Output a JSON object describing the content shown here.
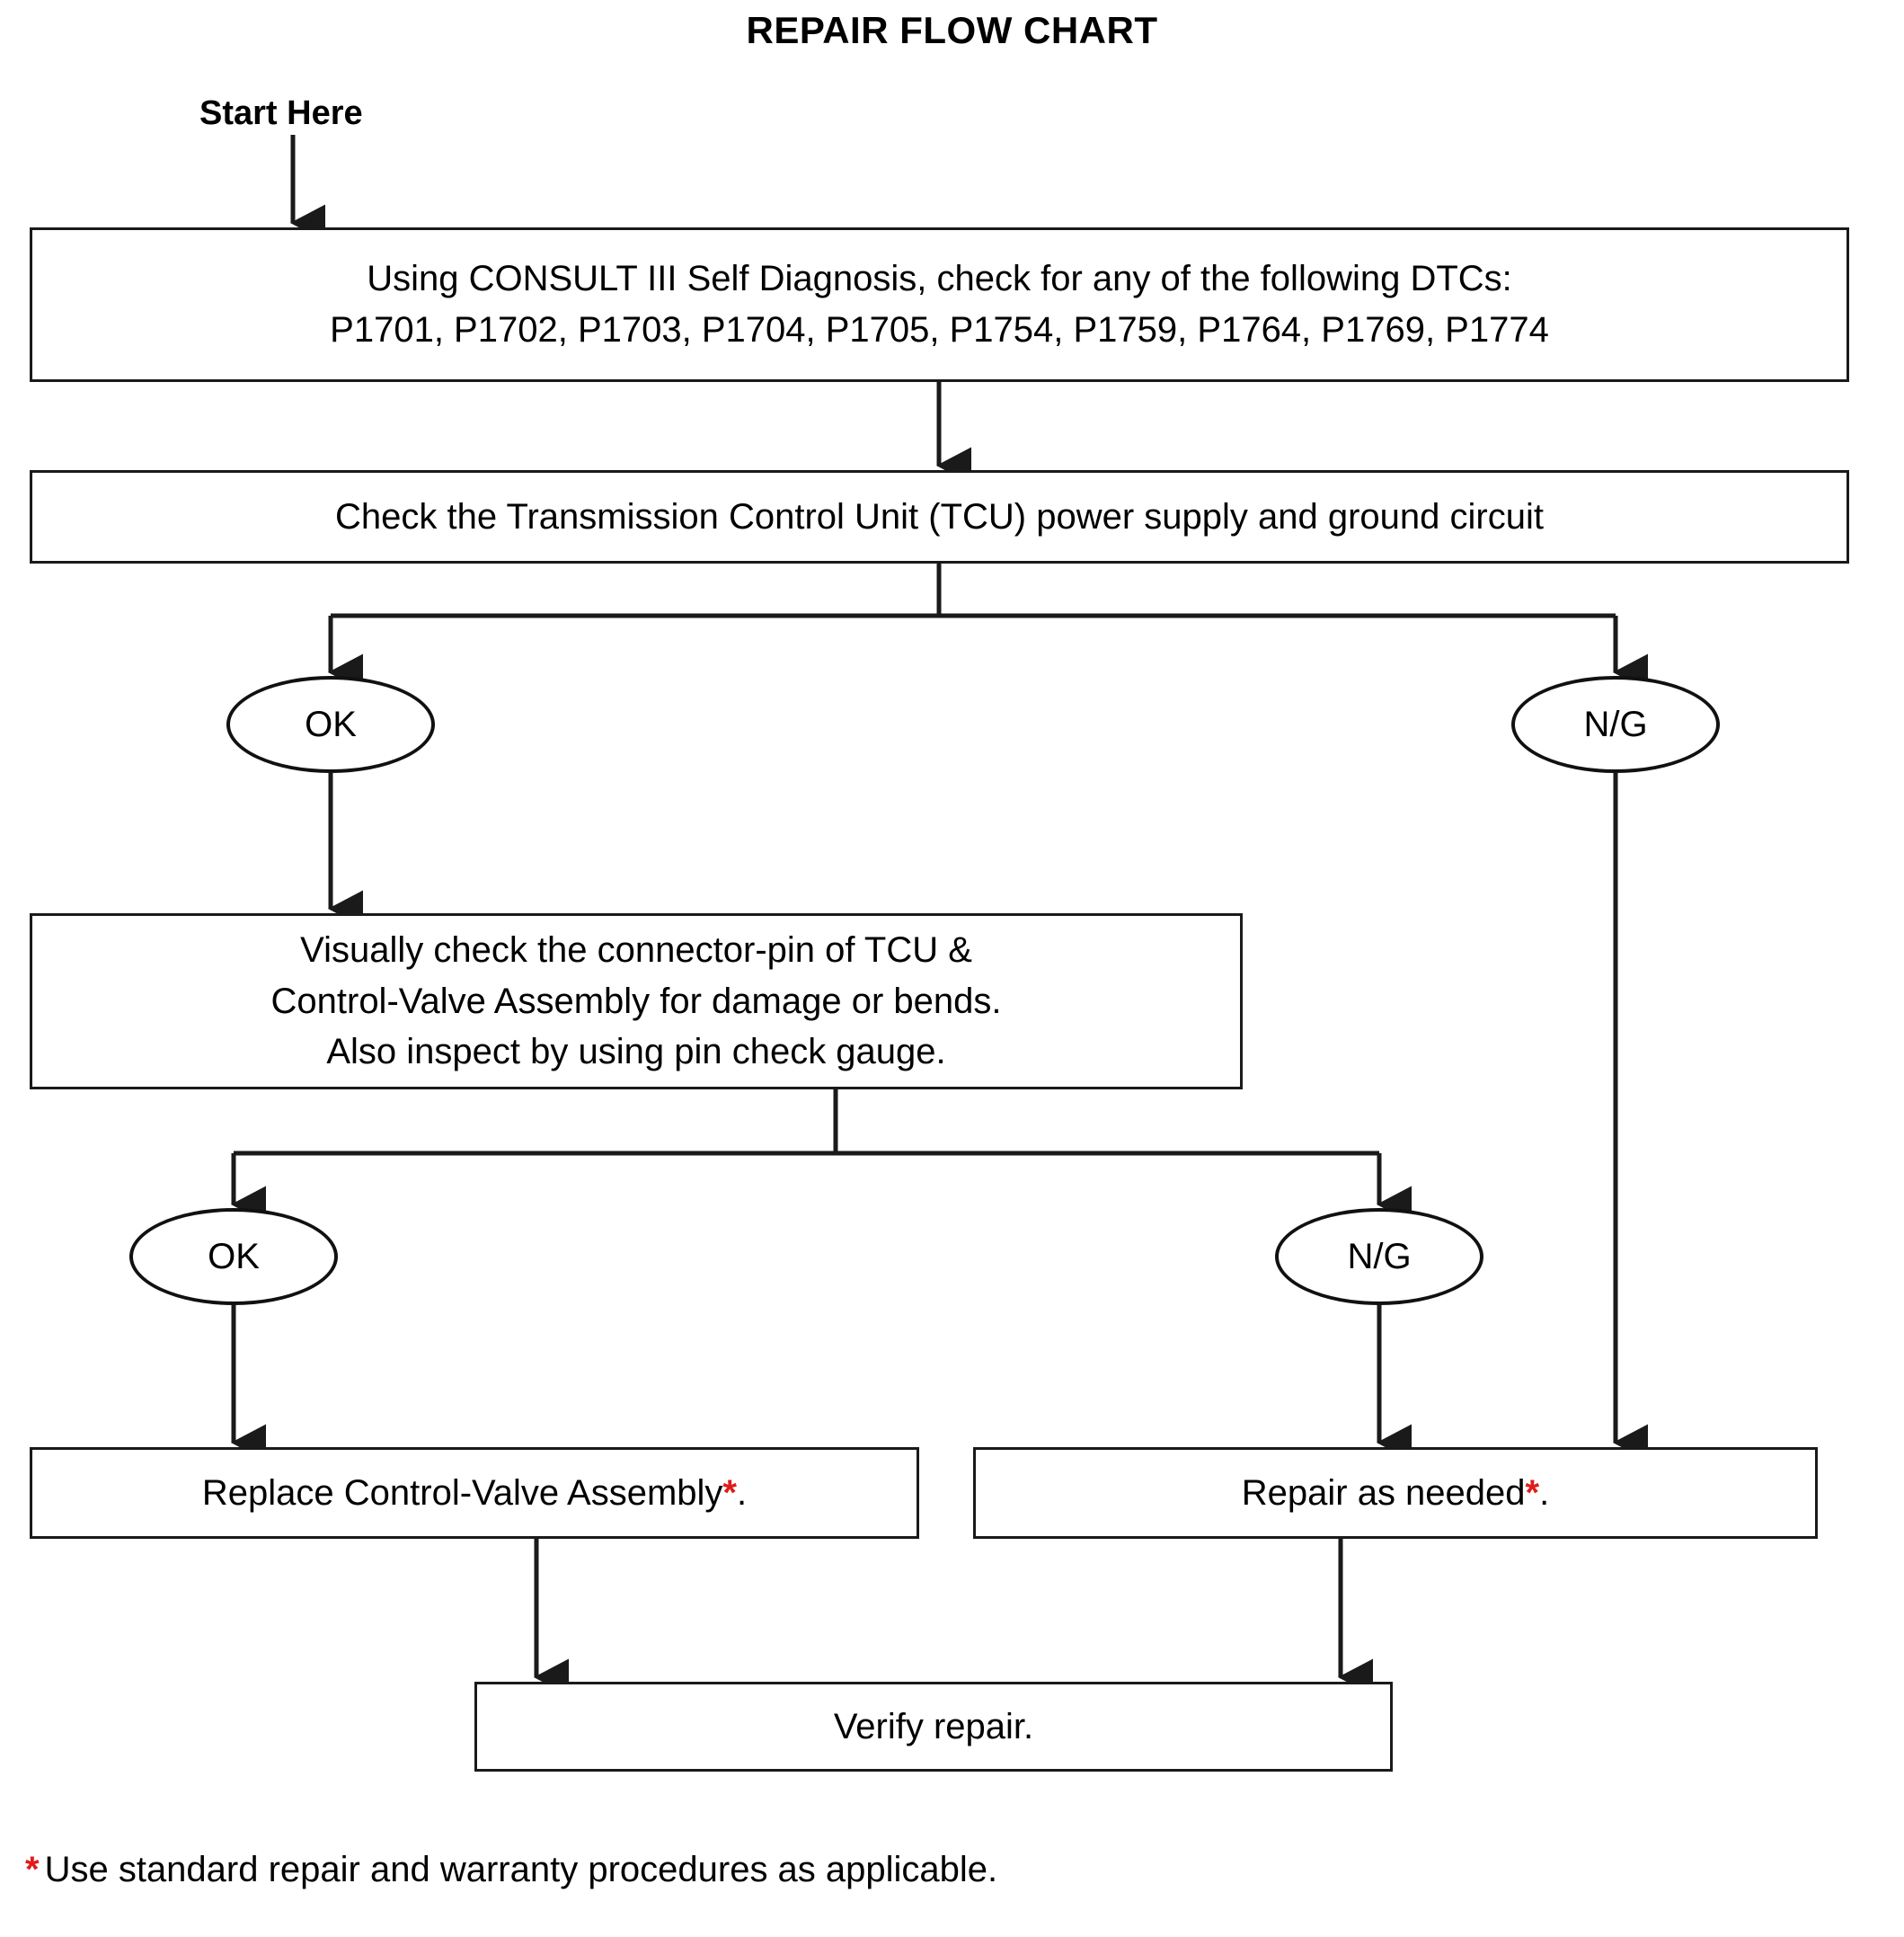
{
  "title": "REPAIR FLOW CHART",
  "start_label": "Start Here",
  "nodes": {
    "dtc_check": {
      "line1": "Using CONSULT III Self Diagnosis, check for any of the following DTCs:",
      "line2": "P1701, P1702, P1703, P1704, P1705, P1754, P1759, P1764, P1769, P1774"
    },
    "tcu_power_check": {
      "line1": "Check the Transmission Control Unit (TCU) power supply and ground circuit"
    },
    "visual_check": {
      "line1": "Visually check the connector-pin of TCU &",
      "line2": "Control-Valve Assembly for damage or bends.",
      "line3": "Also inspect by using pin check gauge."
    },
    "replace_valve": {
      "text_before": "Replace Control-Valve Assembly",
      "marker": "*",
      "text_after": "."
    },
    "repair_needed": {
      "text_before": "Repair as needed",
      "marker": "*",
      "text_after": "."
    },
    "verify_repair": {
      "line1": "Verify repair."
    }
  },
  "decisions": {
    "ok_1": "OK",
    "ng_1": "N/G",
    "ok_2": "OK",
    "ng_2": "N/G"
  },
  "footnote": {
    "marker": "*",
    "text": "Use standard repair and warranty procedures as applicable."
  },
  "colors": {
    "line": "#1a1a1a",
    "asterisk": "#e01b1b",
    "background": "#ffffff"
  },
  "chart_data": {
    "type": "diagram",
    "title": "REPAIR FLOW CHART",
    "nodes": [
      {
        "id": "start",
        "label": "Start Here",
        "shape": "label"
      },
      {
        "id": "dtc_check",
        "label": "Using CONSULT III Self Diagnosis, check for any of the following DTCs: P1701, P1702, P1703, P1704, P1705, P1754, P1759, P1764, P1769, P1774",
        "shape": "process"
      },
      {
        "id": "tcu_power_check",
        "label": "Check the Transmission Control Unit (TCU) power supply and ground circuit",
        "shape": "process"
      },
      {
        "id": "ok_1",
        "label": "OK",
        "shape": "ellipse"
      },
      {
        "id": "ng_1",
        "label": "N/G",
        "shape": "ellipse"
      },
      {
        "id": "visual_check",
        "label": "Visually check the connector-pin of TCU & Control-Valve Assembly for damage or bends. Also inspect by using pin check gauge.",
        "shape": "process"
      },
      {
        "id": "ok_2",
        "label": "OK",
        "shape": "ellipse"
      },
      {
        "id": "ng_2",
        "label": "N/G",
        "shape": "ellipse"
      },
      {
        "id": "replace_valve",
        "label": "Replace Control-Valve Assembly*.",
        "shape": "process"
      },
      {
        "id": "repair_needed",
        "label": "Repair as needed*.",
        "shape": "process"
      },
      {
        "id": "verify_repair",
        "label": "Verify repair.",
        "shape": "process"
      }
    ],
    "edges": [
      {
        "from": "start",
        "to": "dtc_check"
      },
      {
        "from": "dtc_check",
        "to": "tcu_power_check"
      },
      {
        "from": "tcu_power_check",
        "to": "ok_1"
      },
      {
        "from": "tcu_power_check",
        "to": "ng_1"
      },
      {
        "from": "ok_1",
        "to": "visual_check"
      },
      {
        "from": "ng_1",
        "to": "repair_needed"
      },
      {
        "from": "visual_check",
        "to": "ok_2"
      },
      {
        "from": "visual_check",
        "to": "ng_2"
      },
      {
        "from": "ok_2",
        "to": "replace_valve"
      },
      {
        "from": "ng_2",
        "to": "repair_needed"
      },
      {
        "from": "replace_valve",
        "to": "verify_repair"
      },
      {
        "from": "repair_needed",
        "to": "verify_repair"
      }
    ]
  }
}
